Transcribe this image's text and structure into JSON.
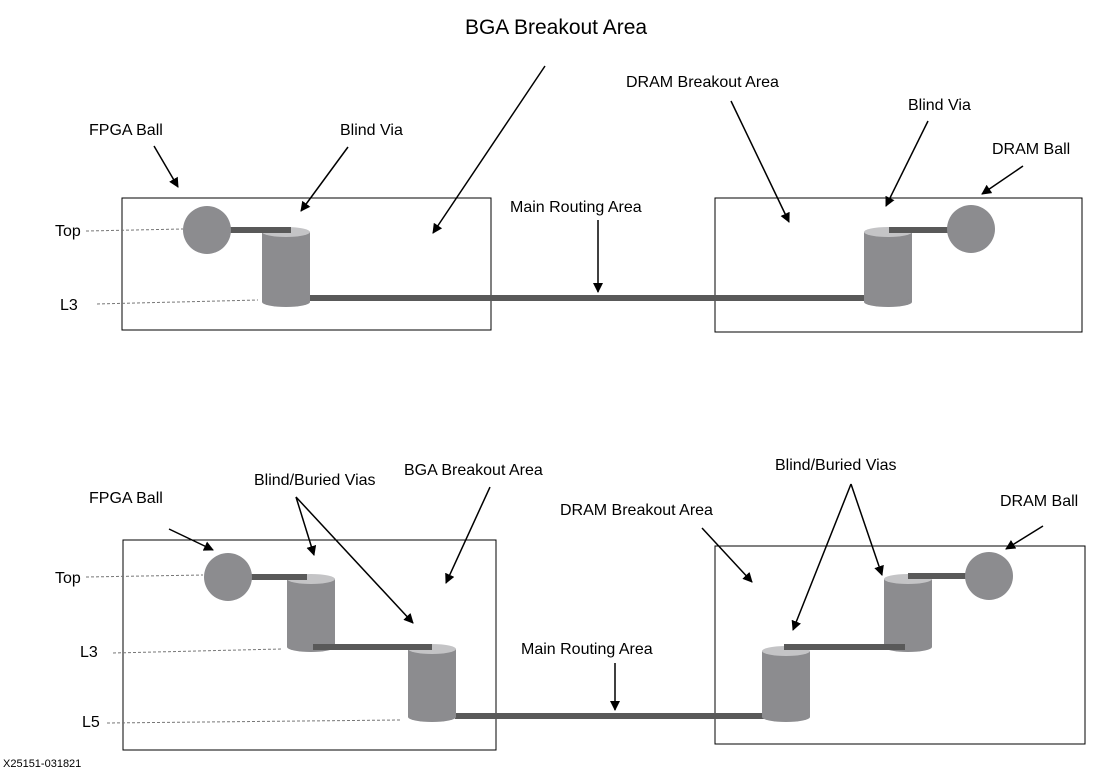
{
  "top_diagram": {
    "title": "BGA Breakout Area",
    "fpga_ball": "FPGA Ball",
    "blind_via_left": "Blind Via",
    "dram_breakout": "DRAM Breakout Area",
    "blind_via_right": "Blind Via",
    "dram_ball": "DRAM Ball",
    "main_routing": "Main Routing Area",
    "layer_top": "Top",
    "layer_l3": "L3"
  },
  "bottom_diagram": {
    "fpga_ball": "FPGA Ball",
    "vias_left": "Blind/Buried Vias",
    "bga_breakout": "BGA Breakout Area",
    "dram_breakout": "DRAM Breakout Area",
    "vias_right": "Blind/Buried Vias",
    "dram_ball": "DRAM Ball",
    "main_routing": "Main Routing Area",
    "layer_top": "Top",
    "layer_l3": "L3",
    "layer_l5": "L5"
  },
  "figure_id": "X25151-031821"
}
